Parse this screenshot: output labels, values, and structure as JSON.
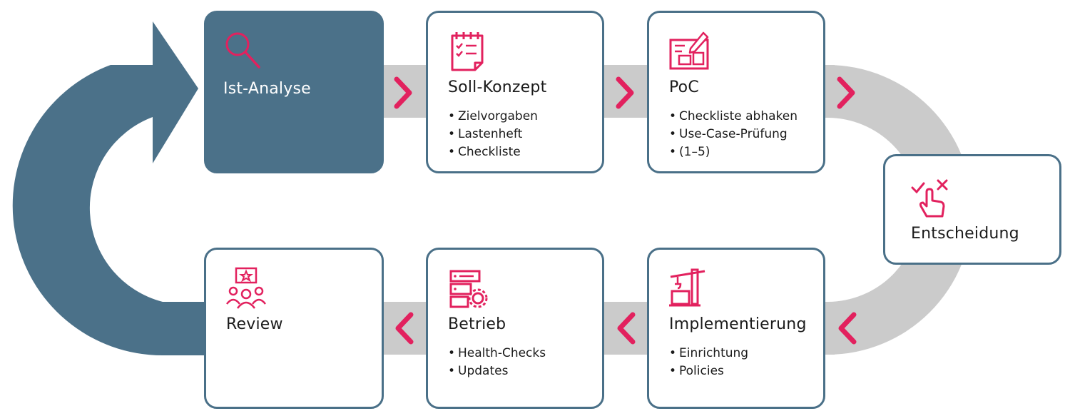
{
  "colors": {
    "accent": "#e2215e",
    "primary": "#4b7189",
    "track": "#cbcbcb",
    "border": "#4a7088"
  },
  "steps": [
    {
      "id": "ist_analyse",
      "title": "Ist-Analyse",
      "icon": "magnifier-icon",
      "items": []
    },
    {
      "id": "soll_konzept",
      "title": "Soll-Konzept",
      "icon": "checklist-notepad-icon",
      "items": [
        "Zielvorgaben",
        "Lastenheft",
        "Checkliste"
      ]
    },
    {
      "id": "poc",
      "title": "PoC",
      "icon": "blueprint-pencil-icon",
      "items": [
        "Checkliste abhaken",
        "Use-Case-Prüfung",
        "(1–5)"
      ]
    },
    {
      "id": "entscheidung",
      "title": "Entscheidung",
      "icon": "hand-check-cross-icon",
      "items": []
    },
    {
      "id": "implementierung",
      "title": "Implementierung",
      "icon": "crane-icon",
      "items": [
        "Einrichtung",
        "Policies"
      ]
    },
    {
      "id": "betrieb",
      "title": "Betrieb",
      "icon": "server-gear-icon",
      "items": [
        "Health-Checks",
        "Updates"
      ]
    },
    {
      "id": "review",
      "title": "Review",
      "icon": "team-star-icon",
      "items": []
    }
  ]
}
